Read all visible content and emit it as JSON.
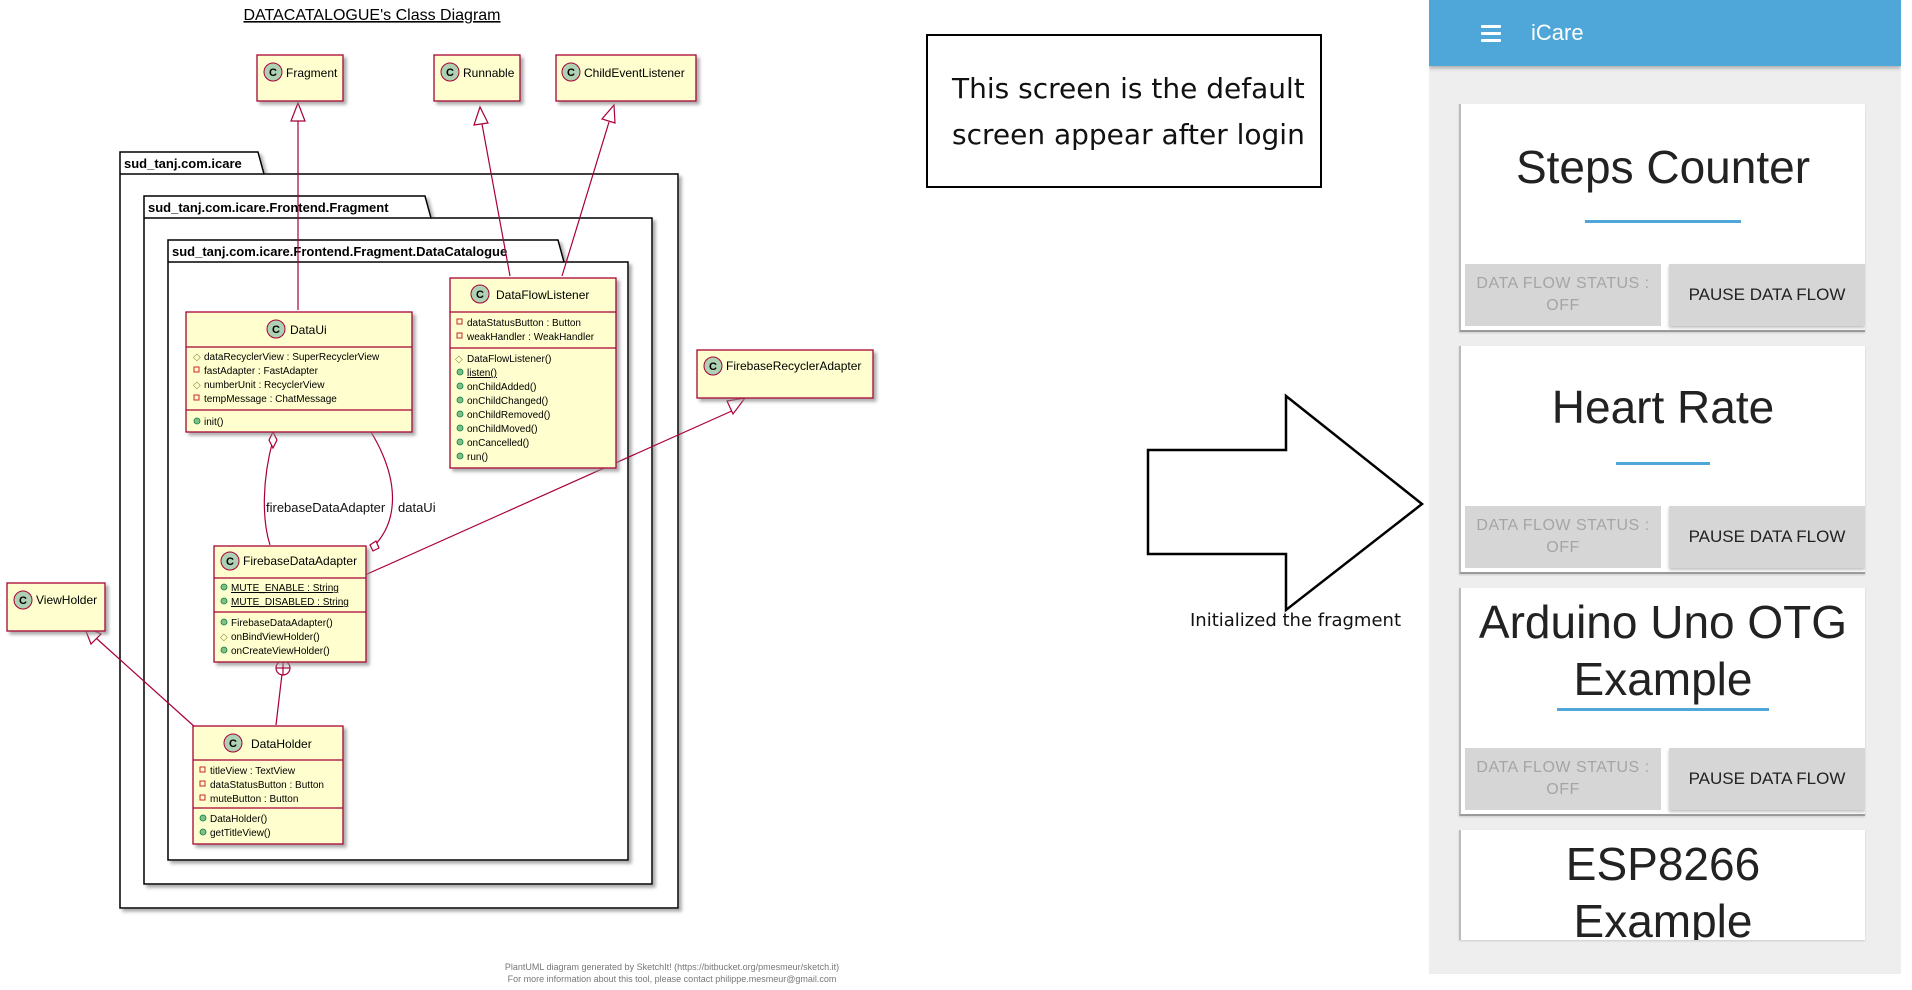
{
  "diagram": {
    "title": "DATACATALOGUE's Class Diagram",
    "packages": [
      "sud_tanj.com.icare",
      "sud_tanj.com.icare.Frontend.Fragment",
      "sud_tanj.com.icare.Frontend.Fragment.DataCatalogue"
    ],
    "external_classes": {
      "fragment": "Fragment",
      "runnable": "Runnable",
      "child_event_listener": "ChildEventListener",
      "firebase_recycler_adapter": "FirebaseRecyclerAdapter",
      "view_holder": "ViewHolder"
    },
    "data_ui": {
      "name": "DataUi",
      "fields": [
        "dataRecyclerView : SuperRecyclerView",
        "fastAdapter : FastAdapter",
        "numberUnit : RecyclerView",
        "tempMessage : ChatMessage"
      ],
      "methods": [
        "init()"
      ]
    },
    "data_flow_listener": {
      "name": "DataFlowListener",
      "fields": [
        "dataStatusButton : Button",
        "weakHandler : WeakHandler"
      ],
      "methods": [
        "DataFlowListener()",
        "listen()",
        "onChildAdded()",
        "onChildChanged()",
        "onChildRemoved()",
        "onChildMoved()",
        "onCancelled()",
        "run()"
      ]
    },
    "firebase_data_adapter": {
      "name": "FirebaseDataAdapter",
      "fields": [
        "MUTE_ENABLE : String",
        "MUTE_DISABLED : String"
      ],
      "methods": [
        "FirebaseDataAdapter()",
        "onBindViewHolder()",
        "onCreateViewHolder()"
      ]
    },
    "data_holder": {
      "name": "DataHolder",
      "fields": [
        "titleView : TextView",
        "dataStatusButton : Button",
        "muteButton : Button"
      ],
      "methods": [
        "DataHolder()",
        "getTitleView()"
      ]
    },
    "edge_labels": {
      "firebase_data_adapter": "firebaseDataAdapter",
      "data_ui": "dataUi"
    },
    "footer": [
      "PlantUML diagram generated by SketchIt! (https://bitbucket.org/pmesmeur/sketch.it)",
      "For more information about this tool, please contact philippe.mesmeur@gmail.com"
    ]
  },
  "note": {
    "line1": "This screen is the default",
    "line2": "screen appear after login"
  },
  "arrow_caption": "Initialized the fragment",
  "app": {
    "title": "iCare",
    "accent": "#4fa6d8",
    "menu_icon": "hamburger-menu-icon",
    "cards": [
      {
        "title_lines": [
          "Steps Counter"
        ],
        "status_lines": [
          "DATA FLOW STATUS :",
          "OFF"
        ],
        "pause_label": "PAUSE DATA FLOW"
      },
      {
        "title_lines": [
          "Heart Rate"
        ],
        "status_lines": [
          "DATA FLOW STATUS :",
          "OFF"
        ],
        "pause_label": "PAUSE DATA FLOW"
      },
      {
        "title_lines": [
          "Arduino Uno OTG",
          "Example"
        ],
        "status_lines": [
          "DATA FLOW STATUS :",
          "OFF"
        ],
        "pause_label": "PAUSE DATA FLOW"
      },
      {
        "title_lines": [
          "ESP8266",
          "Example"
        ]
      }
    ]
  }
}
